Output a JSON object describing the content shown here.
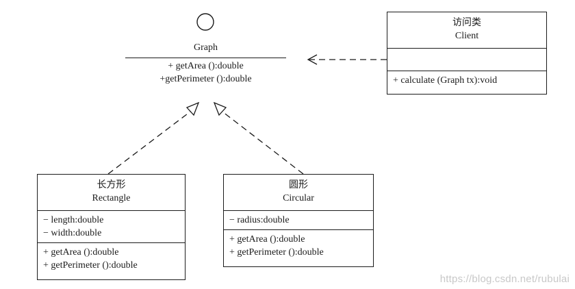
{
  "interface": {
    "name": "Graph",
    "operations": [
      "+ getArea ():double",
      "+getPerimeter ():double"
    ]
  },
  "client": {
    "title_cn": "访问类",
    "title_en": "Client",
    "operations": [
      "+ calculate (Graph tx):void"
    ]
  },
  "rectangle": {
    "title_cn": "长方形",
    "title_en": "Rectangle",
    "attributes": [
      "− length:double",
      "− width:double"
    ],
    "operations": [
      "+ getArea ():double",
      "+ getPerimeter ():double"
    ]
  },
  "circular": {
    "title_cn": "圆形",
    "title_en": "Circular",
    "attributes": [
      "− radius:double"
    ],
    "operations": [
      "+ getArea ():double",
      "+ getPerimeter ():double"
    ]
  },
  "watermark": "https://blog.csdn.net/rubulai",
  "colors": {
    "stroke": "#1a1a1a",
    "watermark": "#c8c8c8"
  }
}
